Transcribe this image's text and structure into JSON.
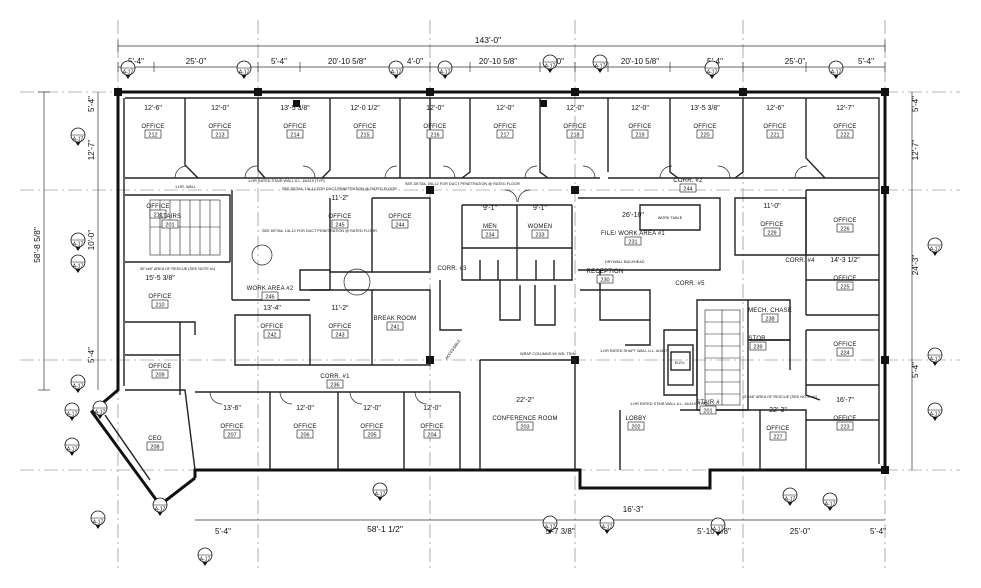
{
  "overall": {
    "top_total": "143'-0\"",
    "left_total": "58'-8 5/8\"",
    "bottom_total": "58'-1 1/2\""
  },
  "top_dims": [
    "5'-4\"",
    "25'-0\"",
    "5'-4\"",
    "20'-10 5/8\"",
    "4'-0\"",
    "20'-10 5/8\"",
    "4'-0\"",
    "20'-10 5/8\"",
    "5'-4\"",
    "25'-0\"",
    "5'-4\""
  ],
  "bottom_dims": [
    "5'-4\"",
    "5'-7 3/8\"",
    "16'-3\"",
    "5'-10 5/8\"",
    "25'-0\"",
    "5'-4\""
  ],
  "right_dims": [
    "5'-4\"",
    "12'-7\"",
    "24'-3\"",
    "5'-4\""
  ],
  "left_dims": [
    "5'-4\"",
    "12'-7\"",
    "10'-0\"",
    "5'-4\""
  ],
  "rooms": [
    {
      "name": "OFFICE",
      "num": "212",
      "dim": "12'-6\""
    },
    {
      "name": "OFFICE",
      "num": "213",
      "dim": "12'-0\""
    },
    {
      "name": "OFFICE",
      "num": "214",
      "dim": "13'-5 3/8\""
    },
    {
      "name": "OFFICE",
      "num": "215",
      "dim": "12'-0 1/2\""
    },
    {
      "name": "OFFICE",
      "num": "216",
      "dim": "12'-0\""
    },
    {
      "name": "OFFICE",
      "num": "217",
      "dim": "12'-0\""
    },
    {
      "name": "OFFICE",
      "num": "218",
      "dim": "12'-0\""
    },
    {
      "name": "OFFICE",
      "num": "219",
      "dim": "12'-0\""
    },
    {
      "name": "OFFICE",
      "num": "220",
      "dim": "13'-5 3/8\""
    },
    {
      "name": "OFFICE",
      "num": "221",
      "dim": "12'-6\""
    },
    {
      "name": "OFFICE",
      "num": "222",
      "dim": "12'-7\""
    },
    {
      "name": "OFFICE",
      "num": "211",
      "dim": ""
    },
    {
      "name": "OFFICE",
      "num": "210",
      "dim": "15'-5 3/8\""
    },
    {
      "name": "OFFICE",
      "num": "209",
      "dim": ""
    },
    {
      "name": "CEO",
      "num": "208",
      "dim": ""
    },
    {
      "name": "OFFICE",
      "num": "207",
      "dim": "13'-6\""
    },
    {
      "name": "OFFICE",
      "num": "206",
      "dim": "12'-0\""
    },
    {
      "name": "OFFICE",
      "num": "205",
      "dim": "12'-0\""
    },
    {
      "name": "OFFICE",
      "num": "204",
      "dim": "12'-0\""
    },
    {
      "name": "OFFICE",
      "num": "242",
      "dim": "13'-4\""
    },
    {
      "name": "OFFICE",
      "num": "243",
      "dim": "11'-2\""
    },
    {
      "name": "OFFICE",
      "num": "244",
      "dim": ""
    },
    {
      "name": "OFFICE",
      "num": "245",
      "dim": "11'-2\""
    },
    {
      "name": "BREAK ROOM",
      "num": "241",
      "dim": ""
    },
    {
      "name": "WORK AREA #2",
      "num": "246",
      "dim": ""
    },
    {
      "name": "STAIRS",
      "num": "201",
      "dim": ""
    },
    {
      "name": "MEN",
      "num": "234",
      "dim": "9'-1\""
    },
    {
      "name": "WOMEN",
      "num": "233",
      "dim": "9'-1\""
    },
    {
      "name": "FILE/ WORK AREA #1",
      "num": "231",
      "dim": "26'-10\""
    },
    {
      "name": "RECEPTION",
      "num": "230",
      "dim": ""
    },
    {
      "name": "CONFERENCE ROOM",
      "num": "203",
      "dim": "22'-2\""
    },
    {
      "name": "LOBBY",
      "num": "202",
      "dim": ""
    },
    {
      "name": "OFFICE",
      "num": "229",
      "dim": "11'-0\""
    },
    {
      "name": "OFFICE",
      "num": "226",
      "dim": ""
    },
    {
      "name": "OFFICE",
      "num": "225",
      "dim": "14'-3 1/2\""
    },
    {
      "name": "OFFICE",
      "num": "224",
      "dim": ""
    },
    {
      "name": "OFFICE",
      "num": "223",
      "dim": "16'-7\""
    },
    {
      "name": "OFFICE",
      "num": "227",
      "dim": "22'-3\""
    },
    {
      "name": "STAIR #",
      "num": "201",
      "dim": ""
    },
    {
      "name": "MECH. CHASE",
      "num": "238",
      "dim": ""
    },
    {
      "name": "STOR.",
      "num": "239",
      "dim": ""
    },
    {
      "name": "CORR. #1",
      "num": "236",
      "dim": ""
    },
    {
      "name": "CORR. #2",
      "num": "244",
      "dim": ""
    },
    {
      "name": "CORR. #3",
      "num": "",
      "dim": ""
    },
    {
      "name": "CORR. #4",
      "num": "",
      "dim": ""
    },
    {
      "name": "CORR. #5",
      "num": "",
      "dim": ""
    },
    {
      "name": "ELEV.",
      "num": "",
      "dim": ""
    }
  ],
  "notes": [
    "1-HR RATED STAIR WALL U.L. #U419 (TYP)",
    "SEE DETAIL 1/A-12 FOR DUCT PENETRATION @ RATED FLOOR",
    "SEE DETAIL 1/A-12 FOR DUCT PENETRATION @ RATED FLOOR",
    "SEE DETAIL 1/A-12 FOR DUCT PENETRATION @ RATED FLOOR",
    "1-HR. WALL",
    "30\"x48\" AREA OF RESCUE (SEE NOTE #1)",
    "DRYWALL BULKHEAD",
    "WRAP COLUMNS W/ WD. TRIM",
    "1-HR RATED SHAFT WALL U.L. #U467",
    "1-HR RATED STAIR WALL U.L. #U419 (TYP)",
    "30\"x48\" AREA OF RESCUE (SEE NOTE #1)",
    "WORK TABLE",
    "ACCESSIBLE"
  ],
  "section_tag": "A-17"
}
